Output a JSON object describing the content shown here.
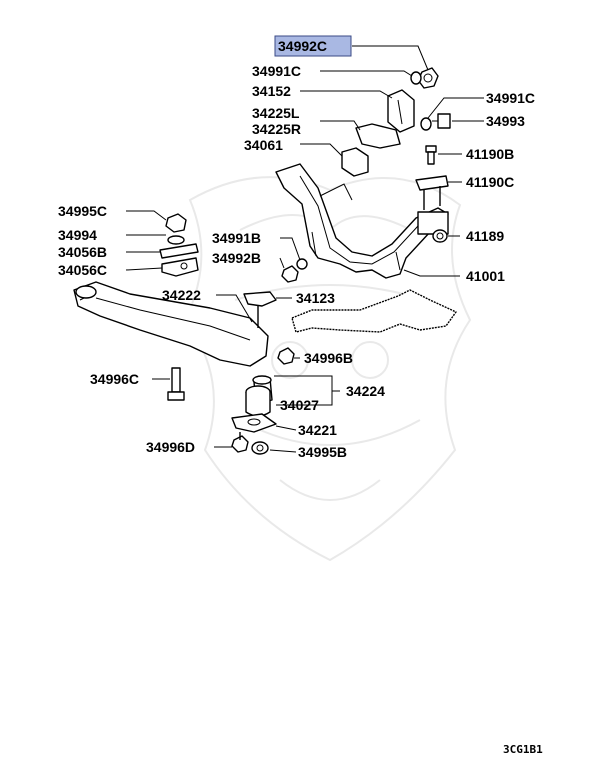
{
  "diagram": {
    "highlighted_part": "34992C",
    "drawing_code": "3CG1B1",
    "labels": [
      {
        "id": "p34992C",
        "text": "34992C"
      },
      {
        "id": "p34991C_a",
        "text": "34991C"
      },
      {
        "id": "p34152",
        "text": "34152"
      },
      {
        "id": "p34991C_b",
        "text": "34991C"
      },
      {
        "id": "p34225L",
        "text": "34225L"
      },
      {
        "id": "p34225R",
        "text": "34225R"
      },
      {
        "id": "p34993",
        "text": "34993"
      },
      {
        "id": "p34061",
        "text": "34061"
      },
      {
        "id": "p41190B",
        "text": "41190B"
      },
      {
        "id": "p41190C",
        "text": "41190C"
      },
      {
        "id": "p34995C",
        "text": "34995C"
      },
      {
        "id": "p34994",
        "text": "34994"
      },
      {
        "id": "p34056B",
        "text": "34056B"
      },
      {
        "id": "p34056C",
        "text": "34056C"
      },
      {
        "id": "p34991B",
        "text": "34991B"
      },
      {
        "id": "p34992B",
        "text": "34992B"
      },
      {
        "id": "p41189",
        "text": "41189"
      },
      {
        "id": "p41001",
        "text": "41001"
      },
      {
        "id": "p34222",
        "text": "34222"
      },
      {
        "id": "p34123",
        "text": "34123"
      },
      {
        "id": "p34996B",
        "text": "34996B"
      },
      {
        "id": "p34996C",
        "text": "34996C"
      },
      {
        "id": "p34224",
        "text": "34224"
      },
      {
        "id": "p34027",
        "text": "34027"
      },
      {
        "id": "p34221",
        "text": "34221"
      },
      {
        "id": "p34996D",
        "text": "34996D"
      },
      {
        "id": "p34995B",
        "text": "34995B"
      }
    ]
  }
}
